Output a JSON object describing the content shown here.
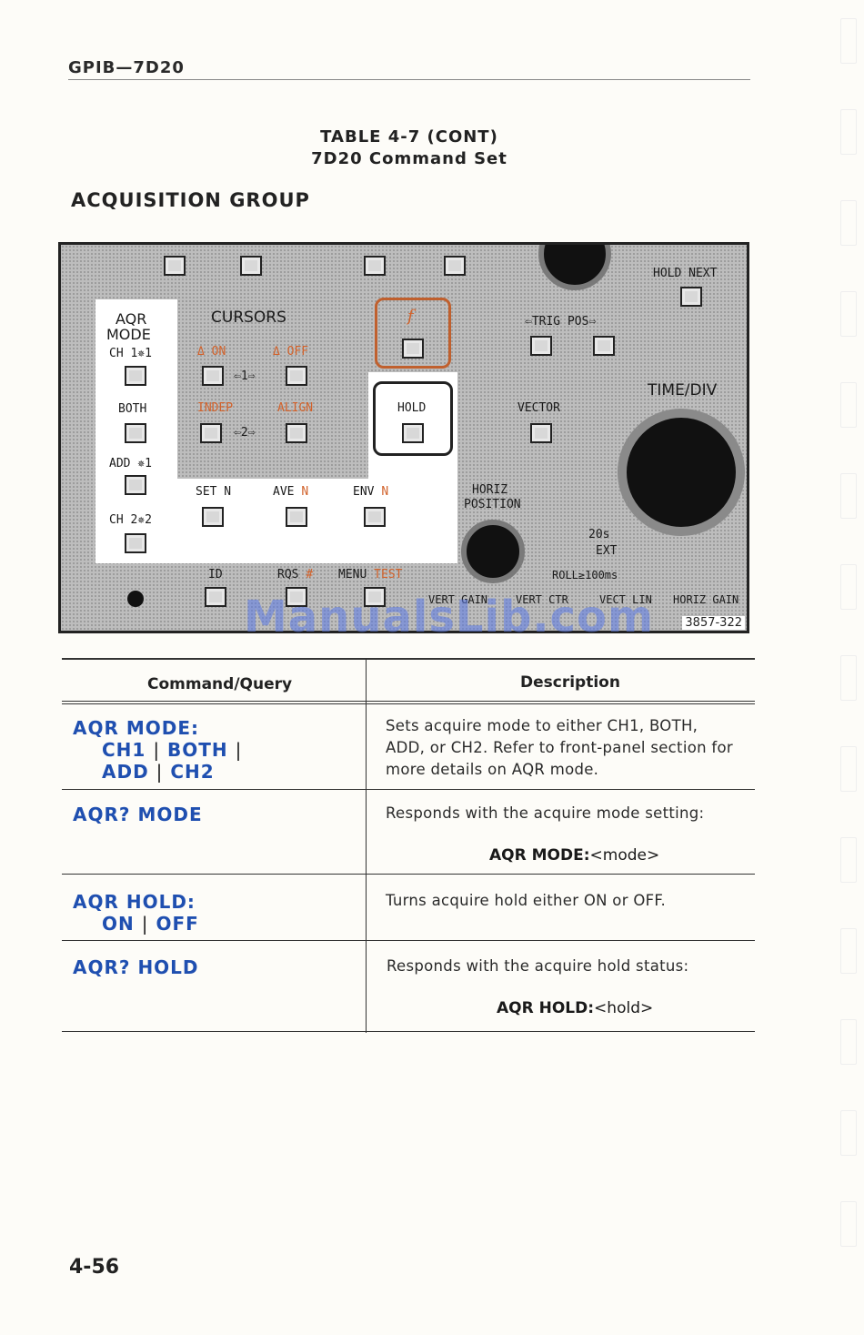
{
  "header": {
    "running_head": "GPIB—7D20"
  },
  "table_title": {
    "line1": "TABLE 4-7 (CONT)",
    "line2": "7D20 Command Set"
  },
  "section_title": "ACQUISITION GROUP",
  "panel": {
    "aqr_mode_line1": "AQR",
    "aqr_mode_line2": "MODE",
    "ch1_label": "CH 1✵1",
    "both_label": "BOTH",
    "add_label": "ADD ✵1",
    "ch2_label": "CH 2✵2",
    "cursors_label": "CURSORS",
    "delta_on": "Δ ON",
    "delta_off": "Δ OFF",
    "cursor_1": "⇦1⇨",
    "indep": "INDEP",
    "align": "ALIGN",
    "cursor_2": "⇦2⇨",
    "func_symbol": "f",
    "hold_label": "HOLD",
    "set_n": "SET N",
    "ave_label": "AVE",
    "ave_n": "N",
    "env_label": "ENV",
    "env_n": "N",
    "id_label": "ID",
    "rqs_label": "RQS",
    "rqs_hash": "#",
    "menu_label": "MENU",
    "test_label": "TEST",
    "hold_next": "HOLD NEXT",
    "trig_pos": "⇦TRIG  POS⇨",
    "time_div": "TIME/DIV",
    "vector": "VECTOR",
    "horiz_position_1": "HORIZ",
    "horiz_position_2": "POSITION",
    "twenty_s": "20s",
    "ext": "EXT",
    "roll": "ROLL≥100ms",
    "vert_gain": "VERT GAIN",
    "vert_ctr": "VERT CTR",
    "vect_lin": "VECT LIN",
    "horiz_gain": "HORIZ GAIN",
    "figure_number": "3857-322"
  },
  "watermark": "ManualsLib.com",
  "table": {
    "col_command": "Command/Query",
    "col_description": "Description",
    "rows": [
      {
        "cmd_line1": "AQR MODE:",
        "cmd_opt1": "CH1",
        "cmd_opt2": "BOTH",
        "cmd_opt3": "ADD",
        "cmd_opt4": "CH2",
        "description": "Sets acquire mode to either CH1, BOTH, ADD, or CH2. Refer to front-panel section for more details on AQR mode."
      },
      {
        "cmd_line1": "AQR? MODE",
        "description": "Responds with the acquire mode setting:",
        "response_key": "AQR MODE:",
        "response_arg": "<mode>"
      },
      {
        "cmd_line1": "AQR HOLD:",
        "cmd_opt1": "ON",
        "cmd_opt2": "OFF",
        "description": "Turns acquire hold either ON or OFF."
      },
      {
        "cmd_line1": "AQR? HOLD",
        "description": "Responds with the acquire hold status:",
        "response_key": "AQR HOLD:",
        "response_arg": "<hold>"
      }
    ]
  },
  "page_number": "4-56"
}
